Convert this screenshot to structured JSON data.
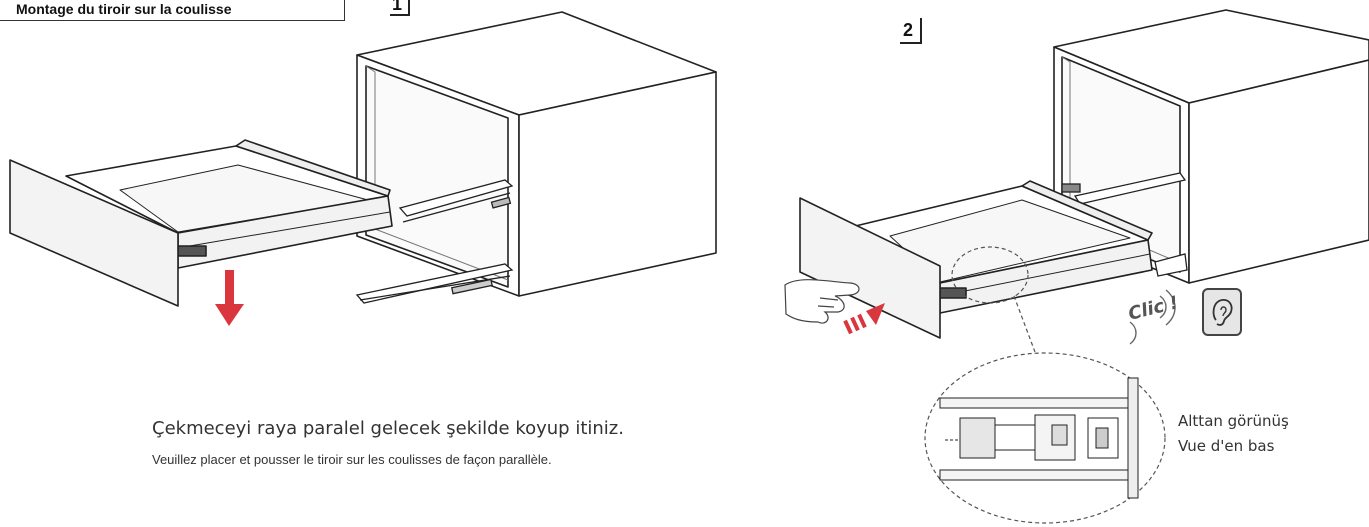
{
  "header": {
    "title": "Montage du tiroir sur la coulisse"
  },
  "steps": [
    {
      "number": "1"
    },
    {
      "number": "2"
    }
  ],
  "captions": {
    "turkish": "Çekmeceyi raya paralel gelecek şekilde koyup itiniz.",
    "french": "Veuillez placer et pousser le tiroir sur les coulisses de façon parallèle."
  },
  "detail_view": {
    "label_turkish": "Alttan görünüş",
    "label_french": "Vue d'en bas"
  },
  "sound_cue": {
    "text": "Clic !",
    "icon": "ear-icon"
  },
  "colors": {
    "arrow": "#d9363e",
    "panel": "#f2f2f2",
    "line": "#222222"
  }
}
